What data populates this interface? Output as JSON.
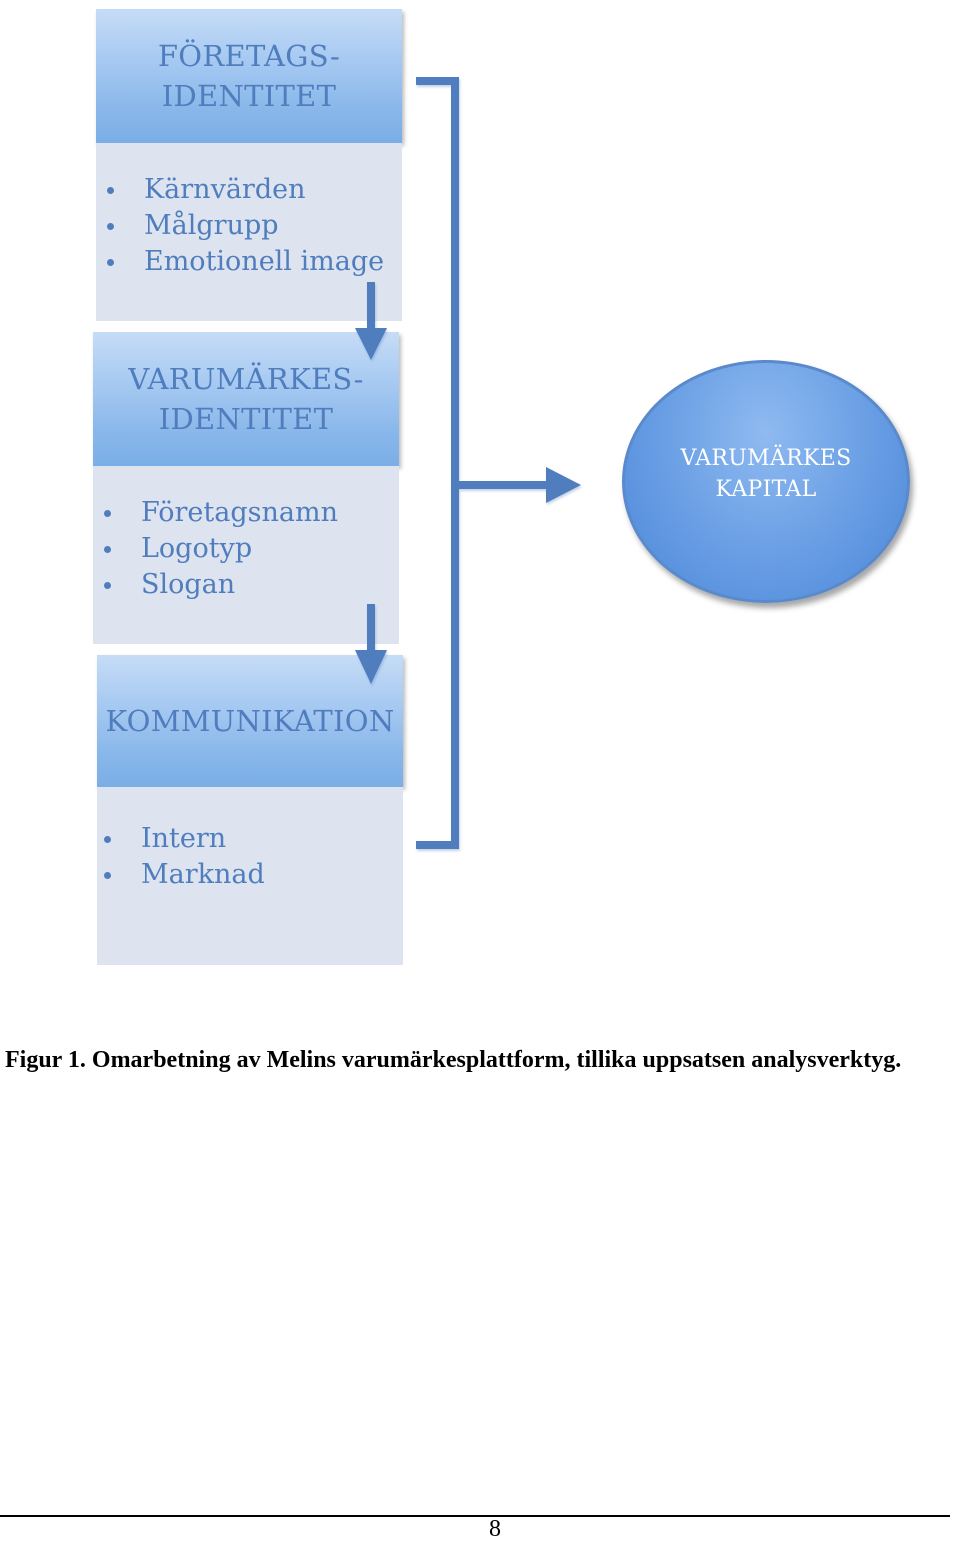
{
  "diagram": {
    "blocks": [
      {
        "title_lines": [
          "FÖRETAGS-",
          "IDENTITET"
        ],
        "items": [
          "Kärnvärden",
          "Målgrupp",
          "Emotionell image"
        ]
      },
      {
        "title_lines": [
          "VARUMÄRKES-",
          "IDENTITET"
        ],
        "items": [
          "Företagsnamn",
          "Logotyp",
          "Slogan"
        ]
      },
      {
        "title_lines": [
          "KOMMUNIKATION"
        ],
        "items": [
          "Intern",
          "Marknad"
        ]
      }
    ],
    "result_node": {
      "lines": [
        "VARUMÄRKES",
        "KAPITAL"
      ]
    }
  },
  "caption": "Figur 1. Omarbetning av Melins varumärkesplattform, tillika uppsatsen analysverktyg.",
  "page_number": "8",
  "colors": {
    "accent_blue": "#4f7dbd",
    "body_fill": "#dde3ef",
    "circle_fill": "#6ea2e6"
  }
}
